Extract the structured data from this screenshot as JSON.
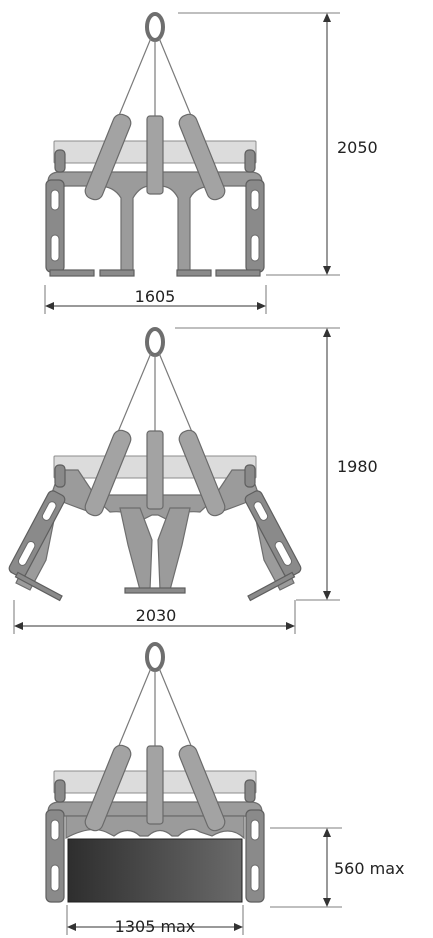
{
  "views": [
    {
      "name": "closed",
      "height_label": "2050",
      "width_label": "1605"
    },
    {
      "name": "open",
      "height_label": "1980",
      "width_label": "2030"
    },
    {
      "name": "loaded",
      "height_label": "560 max",
      "width_label": "1305 max"
    }
  ],
  "colors": {
    "metal": "#9b9b9b",
    "beam": "#dcdcdc",
    "load_dark": "#2e2e2e",
    "load_light": "#6a6a6a",
    "dimension": "#333333"
  }
}
